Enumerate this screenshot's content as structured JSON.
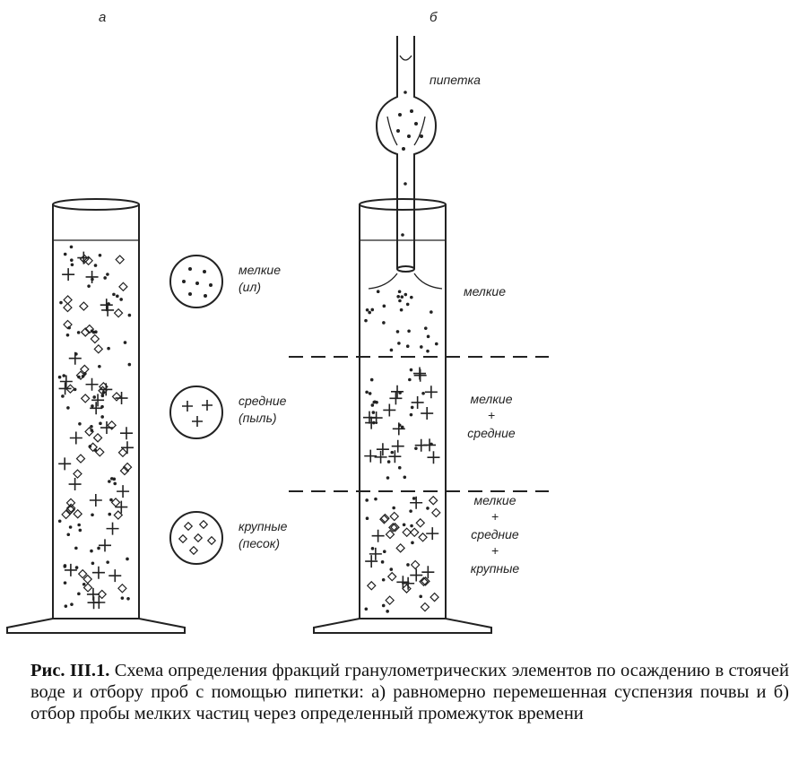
{
  "panels": {
    "a": {
      "label": "а"
    },
    "b": {
      "label": "б"
    }
  },
  "legend": [
    {
      "line1": "мелкие",
      "line2": "(ил)"
    },
    {
      "line1": "средние",
      "line2": "(пыль)"
    },
    {
      "line1": "крупные",
      "line2": "(песок)"
    }
  ],
  "pipette_label": "пипетка",
  "zones": [
    {
      "lines": [
        "мелкие"
      ]
    },
    {
      "lines": [
        "мелкие",
        "+",
        "средние"
      ]
    },
    {
      "lines": [
        "мелкие",
        "+",
        "средние",
        "+",
        "крупные"
      ]
    }
  ],
  "caption": {
    "label": "Рис. III.1.",
    "text": " Схема определения фракций гранулометрических элементов по осаждению в стоячей воде и отбору проб с помощью пипетки: а) равномерно перемешенная суспензия почвы и б) отбор пробы мелких частиц через определенный промежуток времени"
  }
}
